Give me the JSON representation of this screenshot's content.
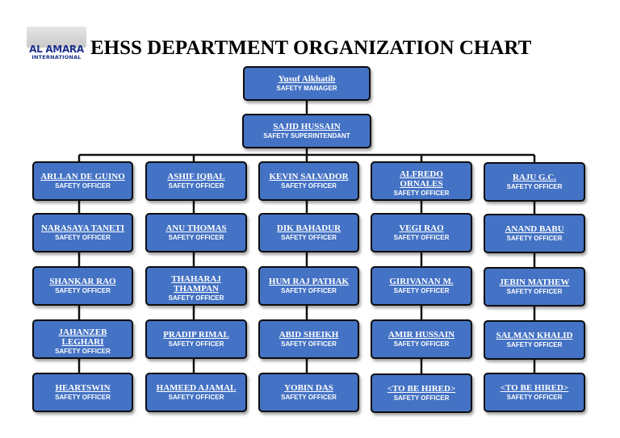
{
  "logo": {
    "brand": "AL AMARA",
    "sub": "INTERNATIONAL"
  },
  "title": "EHSS DEPARTMENT ORGANIZATION CHART",
  "top": [
    {
      "name": "Yusuf Alkhatib",
      "role": "SAFETY MANAGER"
    },
    {
      "name": "SAJID HUSSAIN",
      "role": "SAFETY SUPERINTENDANT"
    }
  ],
  "columns": [
    [
      {
        "name": "ARLLAN DE GUINO",
        "role": "SAFETY OFFICER"
      },
      {
        "name": "NARASAYA TANETI",
        "role": "SAFETY OFFICER"
      },
      {
        "name": "SHANKAR RAO",
        "role": "SAFETY OFFICER"
      },
      {
        "name": "JAHANZEB LEGHARI",
        "role": "SAFETY OFFICER"
      },
      {
        "name": "HEARTSWIN",
        "role": "SAFETY OFFICER"
      }
    ],
    [
      {
        "name": "ASHIF IQBAL",
        "role": "SAFETY OFFICER"
      },
      {
        "name": "ANU THOMAS",
        "role": "SAFETY OFFICER"
      },
      {
        "name": "THAHARAJ THAMPAN",
        "role": "SAFETY OFFICER"
      },
      {
        "name": "PRADIP RIMAL",
        "role": "SAFETY OFFICER"
      },
      {
        "name": "HAMEED AJAMAL",
        "role": "SAFETY OFFICER"
      }
    ],
    [
      {
        "name": "KEVIN SALVADOR",
        "role": "SAFETY OFFICER"
      },
      {
        "name": "DIK BAHADUR",
        "role": "SAFETY OFFICER"
      },
      {
        "name": "HUM RAJ PATHAK",
        "role": "SAFETY OFFICER"
      },
      {
        "name": "ABID SHEIKH",
        "role": "SAFETY OFFICER"
      },
      {
        "name": "YOBIN DAS",
        "role": "SAFETY OFFICER"
      }
    ],
    [
      {
        "name": "ALFREDO ORNALES",
        "role": "SAFETY OFFICER"
      },
      {
        "name": "VEGI RAO",
        "role": "SAFETY OFFICER"
      },
      {
        "name": "GIRIVANAN M.",
        "role": "SAFETY OFFICER"
      },
      {
        "name": "AMIR HUSSAIN",
        "role": "SAFETY OFFICER"
      },
      {
        "name": "<TO BE HIRED>",
        "role": "SAFETY OFFICER"
      }
    ],
    [
      {
        "name": "RAJU G.C.",
        "role": "SAFETY OFFICER"
      },
      {
        "name": "ANAND BABU",
        "role": "SAFETY OFFICER"
      },
      {
        "name": "JEBIN MATHEW",
        "role": "SAFETY OFFICER"
      },
      {
        "name": "SALMAN KHALID",
        "role": "SAFETY OFFICER"
      },
      {
        "name": "<TO BE HIRED>",
        "role": "SAFETY OFFICER"
      }
    ]
  ]
}
